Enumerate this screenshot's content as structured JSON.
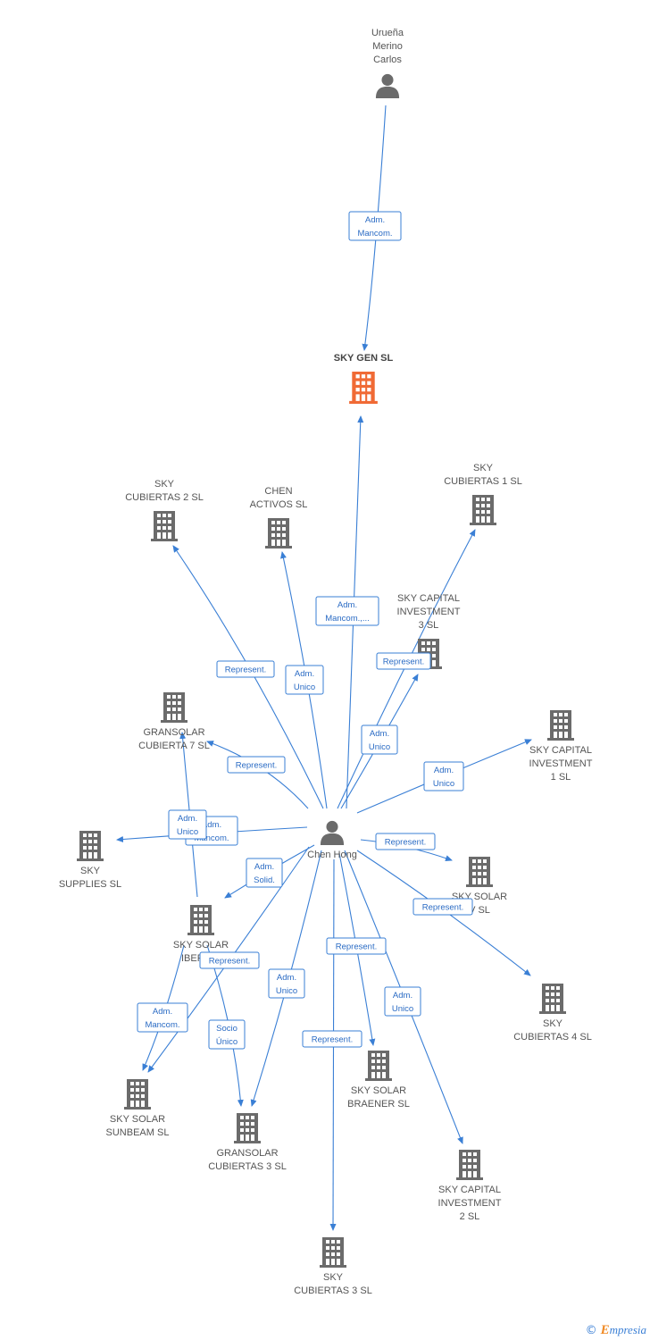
{
  "colors": {
    "edge": "#3a7fd5",
    "building": "#6b6b6b",
    "building_main": "#f06a35",
    "person": "#6b6b6b"
  },
  "footer": {
    "copyright_symbol": "©",
    "brand_initial": "E",
    "brand_rest": "mpresia"
  },
  "nodes": [
    {
      "id": "urena",
      "kind": "person",
      "label": [
        "Urueña",
        "Merino",
        "Carlos"
      ]
    },
    {
      "id": "skygen",
      "kind": "building-main",
      "label": [
        "SKY GEN  SL"
      ]
    },
    {
      "id": "chen",
      "kind": "person",
      "label": [
        "Chen Hong"
      ]
    },
    {
      "id": "cub2",
      "kind": "building",
      "label": [
        "SKY",
        "CUBIERTAS 2 SL"
      ]
    },
    {
      "id": "chenact",
      "kind": "building",
      "label": [
        "CHEN",
        "ACTIVOS SL"
      ]
    },
    {
      "id": "cub1",
      "kind": "building",
      "label": [
        "SKY",
        "CUBIERTAS 1 SL"
      ]
    },
    {
      "id": "capinv3",
      "kind": "building",
      "label": [
        "SKY CAPITAL",
        "INVESTMENT",
        "3 SL"
      ]
    },
    {
      "id": "gran7",
      "kind": "building",
      "label": [
        "GRANSOLAR",
        "CUBIERTA 7  SL"
      ]
    },
    {
      "id": "capinv1",
      "kind": "building",
      "label": [
        "SKY CAPITAL",
        "INVESTMENT",
        "1 SL"
      ]
    },
    {
      "id": "supplies",
      "kind": "building",
      "label": [
        "SKY",
        "SUPPLIES SL"
      ]
    },
    {
      "id": "solarv",
      "kind": "building",
      "label": [
        "SKY SOLAR",
        "V SL"
      ]
    },
    {
      "id": "iberica",
      "kind": "building",
      "label": [
        "SKY SOLAR",
        "IBERICA"
      ]
    },
    {
      "id": "cub4",
      "kind": "building",
      "label": [
        "SKY",
        "CUBIERTAS 4 SL"
      ]
    },
    {
      "id": "sunbeam",
      "kind": "building",
      "label": [
        "SKY SOLAR",
        "SUNBEAM SL"
      ]
    },
    {
      "id": "braener",
      "kind": "building",
      "label": [
        "SKY SOLAR",
        "BRAENER SL"
      ]
    },
    {
      "id": "gran3",
      "kind": "building",
      "label": [
        "GRANSOLAR",
        "CUBIERTAS 3 SL"
      ]
    },
    {
      "id": "capinv2",
      "kind": "building",
      "label": [
        "SKY CAPITAL",
        "INVESTMENT",
        "2 SL"
      ]
    },
    {
      "id": "cub3",
      "kind": "building",
      "label": [
        "SKY",
        "CUBIERTAS 3 SL"
      ]
    }
  ],
  "edges": [
    {
      "from": "urena",
      "to": "skygen",
      "label": [
        "Adm.",
        "Mancom."
      ]
    },
    {
      "from": "chen",
      "to": "skygen",
      "label": [
        "Adm.",
        "Mancom.,..."
      ]
    },
    {
      "from": "chen",
      "to": "cub2",
      "label": [
        "Represent."
      ]
    },
    {
      "from": "chen",
      "to": "chenact",
      "label": [
        "Adm.",
        "Unico"
      ]
    },
    {
      "from": "chen",
      "to": "cub1",
      "label": [
        "Represent."
      ]
    },
    {
      "from": "chen",
      "to": "capinv3",
      "label": [
        "Adm.",
        "Unico"
      ]
    },
    {
      "from": "chen",
      "to": "gran7",
      "label": [
        "Represent."
      ]
    },
    {
      "from": "chen",
      "to": "capinv1",
      "label": [
        "Adm.",
        "Unico"
      ]
    },
    {
      "from": "chen",
      "to": "supplies",
      "label": [
        "Adm.",
        "Mancom."
      ]
    },
    {
      "from": "iberica",
      "to": "gran7",
      "label": [
        "Adm.",
        "Unico"
      ]
    },
    {
      "from": "chen",
      "to": "solarv",
      "label": [
        "Represent."
      ]
    },
    {
      "from": "chen",
      "to": "iberica",
      "label": [
        "Adm.",
        "Solid."
      ]
    },
    {
      "from": "chen",
      "to": "cub4",
      "label": [
        "Represent."
      ]
    },
    {
      "from": "chen",
      "to": "sunbeam",
      "label": [
        "Represent."
      ]
    },
    {
      "from": "iberica",
      "to": "sunbeam",
      "label": [
        "Adm.",
        "Mancom."
      ]
    },
    {
      "from": "iberica",
      "to": "gran3",
      "label": [
        "Socio",
        "Único"
      ]
    },
    {
      "from": "chen",
      "to": "gran3",
      "label": [
        "Adm.",
        "Unico"
      ]
    },
    {
      "from": "chen",
      "to": "braener",
      "label": [
        "Represent."
      ]
    },
    {
      "from": "chen",
      "to": "capinv2",
      "label": [
        "Adm.",
        "Unico"
      ]
    },
    {
      "from": "chen",
      "to": "cub3",
      "label": [
        "Represent."
      ]
    }
  ]
}
